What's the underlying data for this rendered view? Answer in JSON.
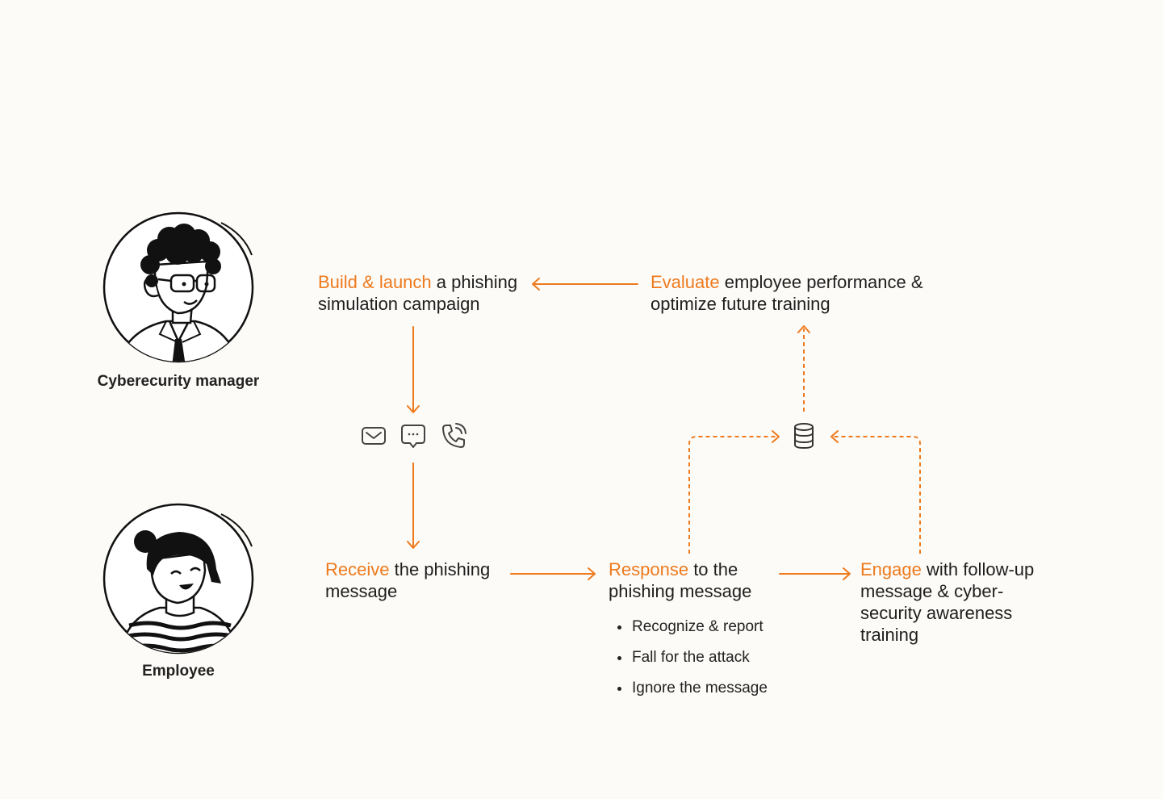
{
  "colors": {
    "accent": "#ee7a1d",
    "ink": "#1e1e1e",
    "background": "#fcfbf8"
  },
  "actors": {
    "manager": {
      "label": "Cyberecurity manager",
      "icon": "manager-avatar"
    },
    "employee": {
      "label": "Employee",
      "icon": "employee-avatar"
    }
  },
  "steps": {
    "build": {
      "highlight": "Build & launch",
      "rest_line1": " a phishing",
      "line2": "simulation campaign"
    },
    "evaluate": {
      "highlight": "Evaluate",
      "rest_line1": " employee performance &",
      "line2": "optimize future training"
    },
    "receive": {
      "highlight": "Receive",
      "rest_line1": " the phishing",
      "line2": "message"
    },
    "response": {
      "highlight": "Response",
      "rest_line1": " to the",
      "line2": "phishing message",
      "options": [
        "Recognize & report",
        "Fall for the attack",
        "Ignore the message"
      ]
    },
    "engage": {
      "highlight": "Engage",
      "rest_line1": " with follow-up",
      "line2": "message & cyber-",
      "line3": "security awareness",
      "line4": "training"
    }
  },
  "channels": [
    "mail-icon",
    "chat-icon",
    "phone-icon"
  ],
  "storage": "database-icon"
}
